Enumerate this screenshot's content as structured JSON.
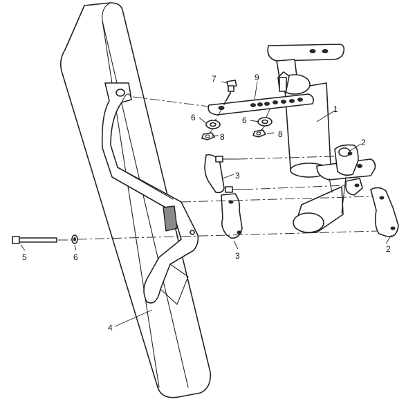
{
  "diagram": {
    "callouts": {
      "c1": "1",
      "c2a": "2",
      "c2b": "2",
      "c3a": "3",
      "c3b": "3",
      "c4": "4",
      "c5": "5",
      "c6a": "6",
      "c6b": "6",
      "c6c": "6",
      "c7": "7",
      "c8a": "8",
      "c8b": "8",
      "c9": "9"
    }
  }
}
